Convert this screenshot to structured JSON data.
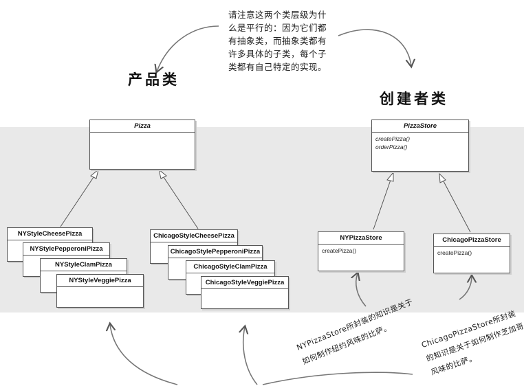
{
  "note_top": "请注意这两个类层级为什么是平行的：因为它们都有抽象类，而抽象类都有许多具体的子类，每个子类都有自己特定的实现。",
  "headings": {
    "product": "产品类",
    "creator": "创建者类"
  },
  "classes": {
    "pizza": {
      "name": "Pizza"
    },
    "pizza_store": {
      "name": "PizzaStore",
      "methods": [
        "createPizza()",
        "orderPizza()"
      ]
    },
    "ny_cheese": {
      "name": "NYStyleCheesePizza"
    },
    "ny_pepperoni": {
      "name": "NYStylePepperoniPizza"
    },
    "ny_clam": {
      "name": "NYStyleClamPizza"
    },
    "ny_veggie": {
      "name": "NYStyleVeggiePizza"
    },
    "chicago_cheese": {
      "name": "ChicagoStyleCheesePizza"
    },
    "chicago_pepperoni": {
      "name": "ChicagoStylePepperoniPizza"
    },
    "chicago_clam": {
      "name": "ChicagoStyleClamPizza"
    },
    "chicago_veggie": {
      "name": "ChicagoStyleVeggiePizza"
    },
    "ny_store": {
      "name": "NYPizzaStore",
      "methods": [
        "createPizza()"
      ]
    },
    "chicago_store": {
      "name": "ChicagoPizzaStore",
      "methods": [
        "createPizza()"
      ]
    }
  },
  "note_ny": "NYPizzaStore所封装的知识是关于如何制作纽约风味的比萨。",
  "note_chicago": "ChicagoPizzaStore所封装的知识是关于如何制作芝加哥风味的比萨。"
}
